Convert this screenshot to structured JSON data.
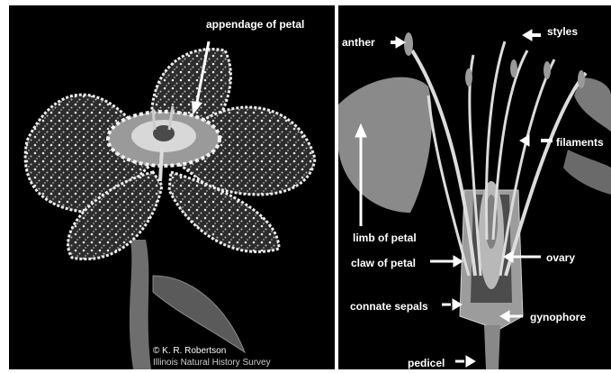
{
  "left_panel": {
    "labels": {
      "appendage": "appendage of petal"
    },
    "credit_line1": "© K. R. Robertson",
    "credit_line2": "Illinois Natural History Survey"
  },
  "right_panel": {
    "labels": {
      "anther": "anther",
      "styles": "styles",
      "filaments": "filaments",
      "limb": "limb of petal",
      "claw": "claw of petal",
      "ovary": "ovary",
      "connate_sepals": "connate sepals",
      "gynophore": "gynophore",
      "pedicel": "pedicel"
    }
  }
}
